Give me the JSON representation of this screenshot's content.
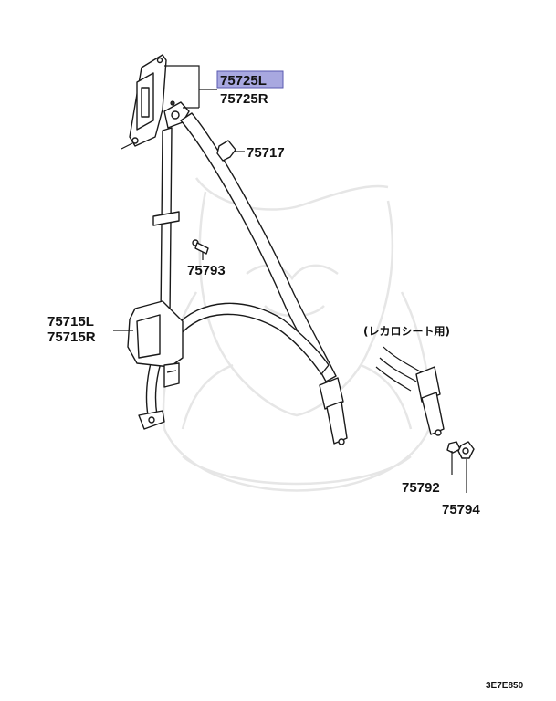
{
  "diagram": {
    "highlight_color": "#a8a8e0",
    "parts": {
      "p75725L": "75725L",
      "p75725R": "75725R",
      "p75717": "75717",
      "p75793": "75793",
      "p75715L": "75715L",
      "p75715R": "75715R",
      "p75792": "75792",
      "p75794": "75794"
    },
    "note": "(レカロシート用)",
    "code": "3E7E850"
  }
}
